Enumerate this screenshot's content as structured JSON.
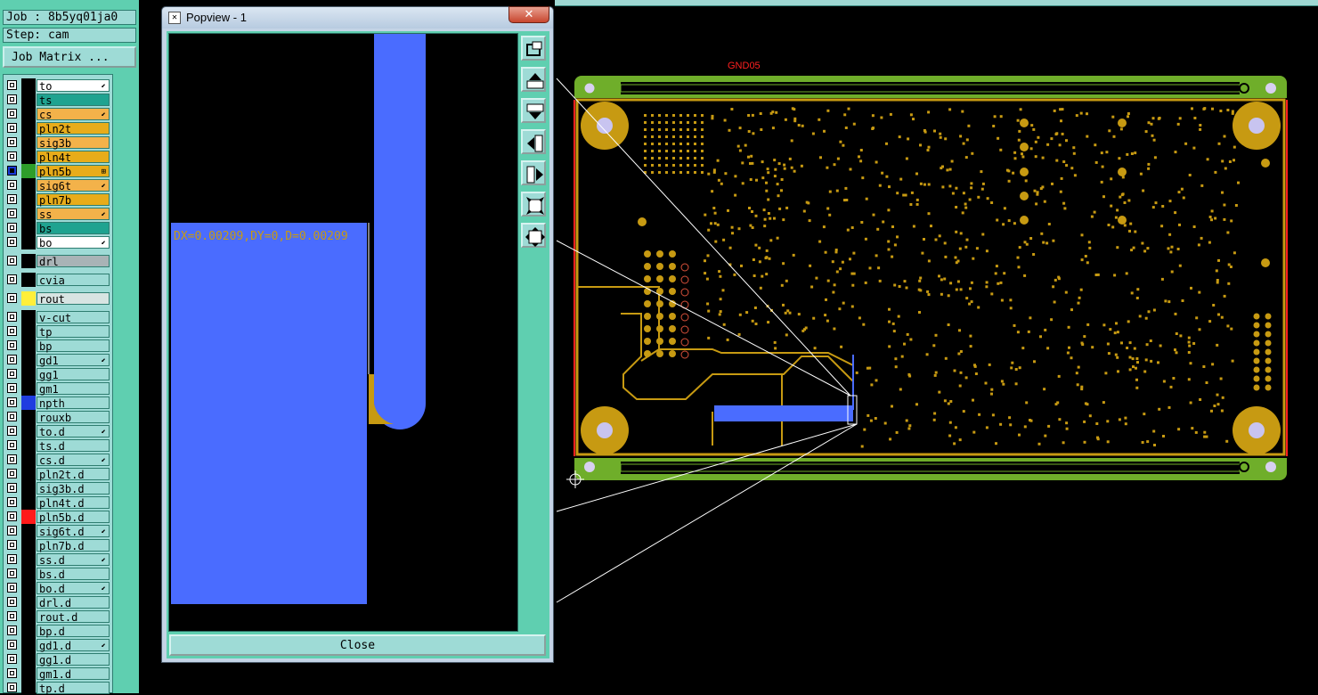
{
  "job_label": "Job : 8b5yq01ja0",
  "step_label": "Step: cam",
  "job_matrix_button": "Job Matrix ...",
  "layer_groups": [
    [
      {
        "name": "to",
        "checked": false,
        "swatch": "#000000",
        "bg": "#ffffff",
        "mark": "⬋"
      },
      {
        "name": "ts",
        "checked": false,
        "swatch": "#000000",
        "bg": "#1fa390",
        "mark": ""
      },
      {
        "name": "cs",
        "checked": false,
        "swatch": "#000000",
        "bg": "#f3b24a",
        "mark": "⬋"
      },
      {
        "name": "pln2t",
        "checked": false,
        "swatch": "#000000",
        "bg": "#e8ac1a",
        "mark": ""
      },
      {
        "name": "sig3b",
        "checked": false,
        "swatch": "#000000",
        "bg": "#f3b24a",
        "mark": ""
      },
      {
        "name": "pln4t",
        "checked": false,
        "swatch": "#000000",
        "bg": "#e8ac1a",
        "mark": ""
      },
      {
        "name": "pln5b",
        "checked": true,
        "swatch": "#2e9e2a",
        "bg": "#e8ac1a",
        "mark": "⊞"
      },
      {
        "name": "sig6t",
        "checked": false,
        "swatch": "#000000",
        "bg": "#f3b24a",
        "mark": "⬋"
      },
      {
        "name": "pln7b",
        "checked": false,
        "swatch": "#000000",
        "bg": "#e8ac1a",
        "mark": ""
      },
      {
        "name": "ss",
        "checked": false,
        "swatch": "#000000",
        "bg": "#f3b24a",
        "mark": "⬋"
      },
      {
        "name": "bs",
        "checked": false,
        "swatch": "#000000",
        "bg": "#1fa390",
        "mark": ""
      },
      {
        "name": "bo",
        "checked": false,
        "swatch": "#000000",
        "bg": "#ffffff",
        "mark": "⬋"
      }
    ],
    [
      {
        "name": "drl",
        "checked": false,
        "swatch": "#000000",
        "bg": "#a9b3b6",
        "mark": ""
      }
    ],
    [
      {
        "name": "cvia",
        "checked": false,
        "swatch": "#000000",
        "bg": "#9edbd6",
        "mark": ""
      }
    ],
    [
      {
        "name": "rout",
        "checked": false,
        "swatch": "#ffef3a",
        "bg": "#d7e4e2",
        "mark": ""
      }
    ],
    [
      {
        "name": "v-cut",
        "checked": false,
        "swatch": "#000000",
        "bg": "#9edbd6",
        "mark": ""
      },
      {
        "name": "tp",
        "checked": false,
        "swatch": "#000000",
        "bg": "#9edbd6",
        "mark": ""
      },
      {
        "name": "bp",
        "checked": false,
        "swatch": "#000000",
        "bg": "#9edbd6",
        "mark": ""
      },
      {
        "name": "gd1",
        "checked": false,
        "swatch": "#000000",
        "bg": "#9edbd6",
        "mark": "⬋"
      },
      {
        "name": "gg1",
        "checked": false,
        "swatch": "#000000",
        "bg": "#9edbd6",
        "mark": ""
      },
      {
        "name": "gm1",
        "checked": false,
        "swatch": "#000000",
        "bg": "#9edbd6",
        "mark": ""
      },
      {
        "name": "npth",
        "checked": false,
        "swatch": "#1f3de0",
        "bg": "#9edbd6",
        "mark": ""
      },
      {
        "name": "rouxb",
        "checked": false,
        "swatch": "#000000",
        "bg": "#9edbd6",
        "mark": ""
      },
      {
        "name": "to.d",
        "checked": false,
        "swatch": "#000000",
        "bg": "#9edbd6",
        "mark": "⬋"
      },
      {
        "name": "ts.d",
        "checked": false,
        "swatch": "#000000",
        "bg": "#9edbd6",
        "mark": ""
      },
      {
        "name": "cs.d",
        "checked": false,
        "swatch": "#000000",
        "bg": "#9edbd6",
        "mark": "⬋"
      },
      {
        "name": "pln2t.d",
        "checked": false,
        "swatch": "#000000",
        "bg": "#9edbd6",
        "mark": ""
      },
      {
        "name": "sig3b.d",
        "checked": false,
        "swatch": "#000000",
        "bg": "#9edbd6",
        "mark": ""
      },
      {
        "name": "pln4t.d",
        "checked": false,
        "swatch": "#000000",
        "bg": "#9edbd6",
        "mark": ""
      },
      {
        "name": "pln5b.d",
        "checked": false,
        "swatch": "#ff1a1a",
        "bg": "#9edbd6",
        "mark": ""
      },
      {
        "name": "sig6t.d",
        "checked": false,
        "swatch": "#000000",
        "bg": "#9edbd6",
        "mark": "⬋"
      },
      {
        "name": "pln7b.d",
        "checked": false,
        "swatch": "#000000",
        "bg": "#9edbd6",
        "mark": ""
      },
      {
        "name": "ss.d",
        "checked": false,
        "swatch": "#000000",
        "bg": "#9edbd6",
        "mark": "⬋"
      },
      {
        "name": "bs.d",
        "checked": false,
        "swatch": "#000000",
        "bg": "#9edbd6",
        "mark": ""
      },
      {
        "name": "bo.d",
        "checked": false,
        "swatch": "#000000",
        "bg": "#9edbd6",
        "mark": "⬋"
      },
      {
        "name": "drl.d",
        "checked": false,
        "swatch": "#000000",
        "bg": "#9edbd6",
        "mark": ""
      },
      {
        "name": "rout.d",
        "checked": false,
        "swatch": "#000000",
        "bg": "#9edbd6",
        "mark": ""
      },
      {
        "name": "bp.d",
        "checked": false,
        "swatch": "#000000",
        "bg": "#9edbd6",
        "mark": ""
      },
      {
        "name": "gd1.d",
        "checked": false,
        "swatch": "#000000",
        "bg": "#9edbd6",
        "mark": "⬋"
      },
      {
        "name": "gg1.d",
        "checked": false,
        "swatch": "#000000",
        "bg": "#9edbd6",
        "mark": ""
      },
      {
        "name": "gm1.d",
        "checked": false,
        "swatch": "#000000",
        "bg": "#9edbd6",
        "mark": ""
      },
      {
        "name": "tp.d",
        "checked": false,
        "swatch": "#000000",
        "bg": "#9edbd6",
        "mark": ""
      }
    ]
  ],
  "board": {
    "layer_label": "GND05"
  },
  "popview": {
    "title": "Popview - 1",
    "close_x": "✕",
    "measurement": "DX=0.00209,DY=0,D=0.00209",
    "close_button": "Close",
    "tools": [
      {
        "name": "zoom-window-tool",
        "icon": "zoom-window-icon"
      },
      {
        "name": "pan-up-tool",
        "icon": "arrow-up-icon"
      },
      {
        "name": "pan-down-tool",
        "icon": "arrow-down-icon"
      },
      {
        "name": "pan-left-tool",
        "icon": "arrow-left-icon"
      },
      {
        "name": "pan-right-tool",
        "icon": "arrow-right-icon"
      },
      {
        "name": "zoom-in-tool",
        "icon": "zoom-in-icon"
      },
      {
        "name": "zoom-out-tool",
        "icon": "zoom-out-icon"
      }
    ]
  },
  "colors": {
    "panel": "#5fcfb0",
    "copper": "#c79a12",
    "board_green": "#6fae2a",
    "highlight_blue": "#4a6cff",
    "outline_red": "#ff2020"
  }
}
